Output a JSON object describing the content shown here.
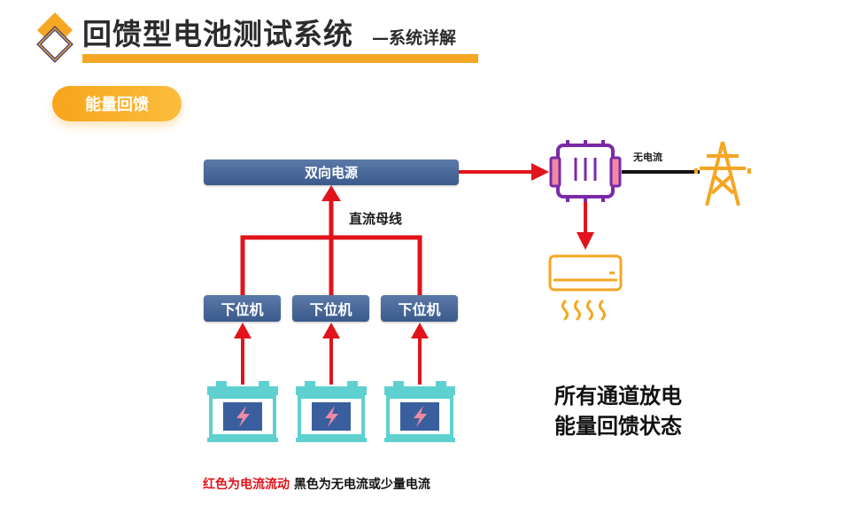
{
  "header": {
    "title": "回馈型电池测试系统",
    "subtitle": "—系统详解",
    "accent_color": "#f5a623"
  },
  "section_pill": {
    "label": "能量回馈"
  },
  "diagram": {
    "bidirectional_power_supply": "双向电源",
    "dc_bus_label": "直流母线",
    "lower_machines": [
      "下位机",
      "下位机",
      "下位机"
    ],
    "batteries": [
      "battery-icon",
      "battery-icon",
      "battery-icon"
    ],
    "grid_link_label": "无电流",
    "icons": [
      "motor-icon",
      "power-tower-icon",
      "air-conditioner-icon",
      "heat-waves-icon"
    ],
    "current_color": "#e0141a",
    "box_color": "#3a5a8c"
  },
  "status_text": {
    "line1": "所有通道放电",
    "line2": "能量回馈状态"
  },
  "legend": {
    "red_text": "红色为电流流动",
    "black_text": " 黑色为无电流或少量电流"
  }
}
